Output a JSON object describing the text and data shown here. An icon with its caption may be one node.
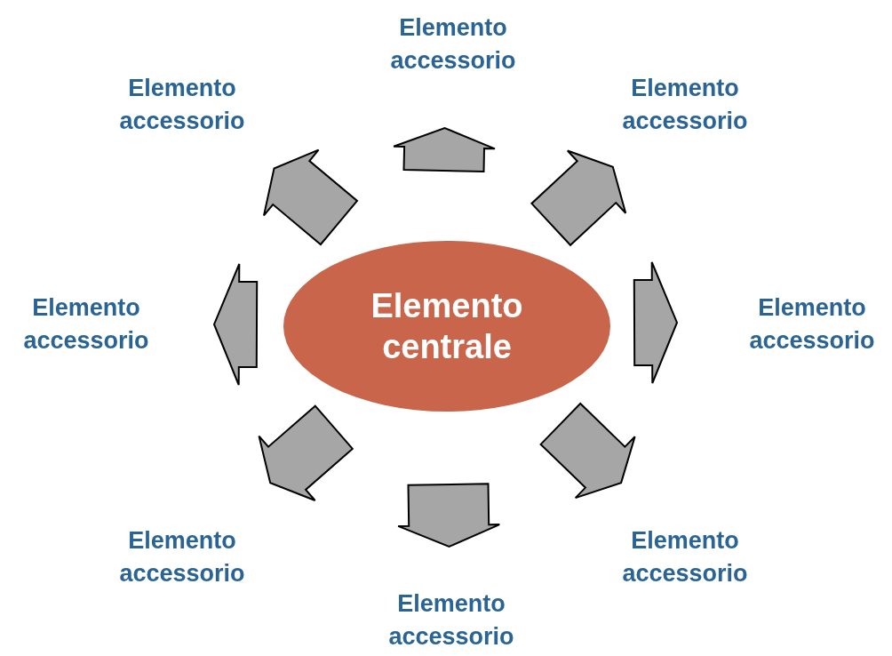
{
  "diagram": {
    "nodes": [
      {
        "text": [
          "Elemento centrale"
        ]
      },
      {
        "text": [
          "Elemento accessorio"
        ]
      },
      {
        "text": [
          "Elemento accessorio"
        ]
      },
      {
        "text": [
          "Elemento accessorio"
        ]
      },
      {
        "text": [
          "Elemento accessorio"
        ]
      },
      {
        "text": [
          "Elemento accessorio"
        ]
      },
      {
        "text": [
          "Elemento accessorio"
        ]
      },
      {
        "text": [
          "Elemento accessorio"
        ]
      },
      {
        "text": [
          "Elemento accessorio"
        ]
      }
    ],
    "edges": [
      {
        "from": 0,
        "to": 1,
        "arrow": "to",
        "style": "thick"
      },
      {
        "from": 0,
        "to": 2,
        "arrow": "to",
        "style": "thick"
      },
      {
        "from": 0,
        "to": 3,
        "arrow": "to",
        "style": "thick"
      },
      {
        "from": 0,
        "to": 4,
        "arrow": "to",
        "style": "thick"
      },
      {
        "from": 0,
        "to": 5,
        "arrow": "to",
        "style": "thick"
      },
      {
        "from": 0,
        "to": 6,
        "arrow": "to",
        "style": "thick"
      },
      {
        "from": 0,
        "to": 7,
        "arrow": "to",
        "style": "thick"
      },
      {
        "from": 0,
        "to": 8,
        "arrow": "to",
        "style": "thick"
      }
    ]
  }
}
